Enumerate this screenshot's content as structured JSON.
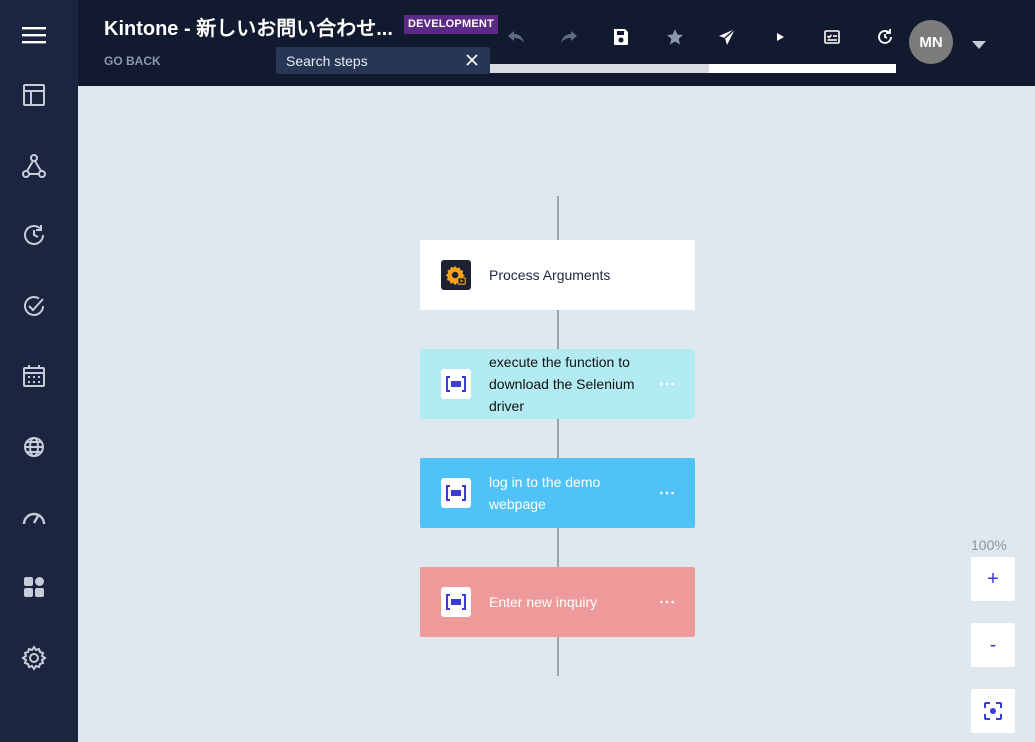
{
  "header": {
    "title": "Kintone - 新しいお問い合わせ...",
    "env_badge": "DEVELOPMENT",
    "go_back": "GO BACK",
    "search_placeholder": "Search steps",
    "avatar_initials": "MN",
    "progress": 0.46
  },
  "toolbar_icons": [
    "undo-icon",
    "redo-icon",
    "save-icon",
    "star-icon",
    "send-icon",
    "play-icon",
    "checklist-icon",
    "refresh-icon"
  ],
  "sidebar_icons": [
    "menu-icon",
    "layout-icon",
    "network-icon",
    "history-icon",
    "check-circle-icon",
    "calendar-icon",
    "globe-icon",
    "gauge-icon",
    "apps-icon",
    "gear-icon"
  ],
  "steps": [
    {
      "label": "Process Arguments",
      "icon": "process-gear-icon",
      "color": "#ffffff",
      "text_color": "#1b2540",
      "has_menu": false
    },
    {
      "label": "execute the function to download the Selenium driver",
      "icon": "function-icon",
      "color": "#b3ebf2",
      "text_color": "#111111",
      "has_menu": true
    },
    {
      "label": "log in to the demo webpage",
      "icon": "function-icon",
      "color": "#4fc3f7",
      "text_color": "#ffffff",
      "has_menu": true
    },
    {
      "label": "Enter new inquiry",
      "icon": "function-icon",
      "color": "#ef9a9a",
      "text_color": "#ffffff",
      "has_menu": true
    }
  ],
  "zoom": {
    "level": "100%",
    "zoom_in": "+",
    "zoom_out": "-"
  },
  "colors": {
    "accent": "#3b3bd6",
    "sidebar_bg": "#1b2540",
    "topbar_bg": "#111a2e",
    "canvas_bg": "#dfe8ee"
  }
}
